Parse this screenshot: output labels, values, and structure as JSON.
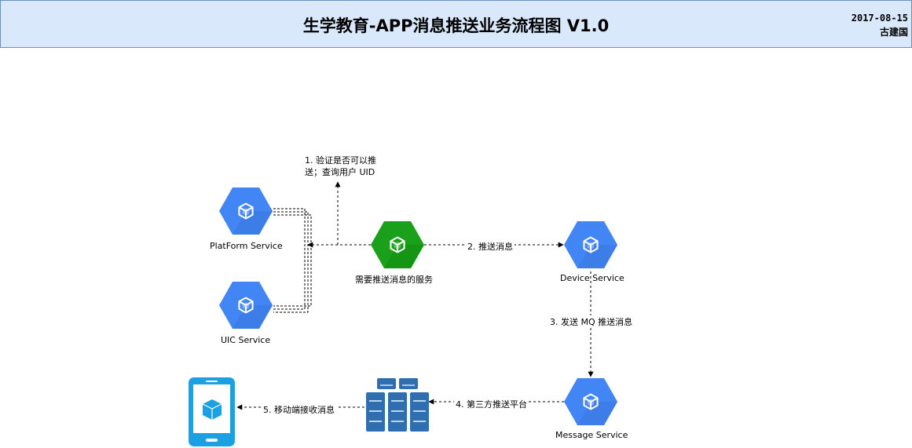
{
  "header": {
    "title": "生学教育-APP消息推送业务流程图 V1.0",
    "date": "2017-08-15",
    "author": "古建国"
  },
  "nodes": {
    "platform_service": "PlatForm Service",
    "uic_service": "UIC Service",
    "push_source": "需要推送消息的服务",
    "device_service": "Device Service",
    "message_service": "Message Service"
  },
  "edges": {
    "verify_line1": "1. 验证是否可以推",
    "verify_line2": "送；查询用户 UID",
    "push": "2. 推送消息",
    "mq": "3. 发送 MQ 推送消息",
    "third_party": "4. 第三方推送平台",
    "mobile": "5. 移动端接收消息"
  },
  "colors": {
    "header_fill": "#dae8fc",
    "header_border": "#6c8ebf",
    "gcp_blue": "#4285f4",
    "gcp_blue_dark": "#3367d6",
    "gcp_green": "#1ba01b",
    "gcp_green_dark": "#0f850f",
    "server_blue": "#2f6eb0",
    "mobile_blue": "#1ba1e2"
  },
  "icons": {
    "platform_service": "hexagon-cube-icon",
    "uic_service": "hexagon-cube-icon",
    "push_source": "hexagon-cube-icon",
    "device_service": "hexagon-cube-icon",
    "message_service": "hexagon-cube-icon",
    "third_party_servers": "server-rack-icon",
    "mobile_device": "mobile-phone-icon"
  }
}
